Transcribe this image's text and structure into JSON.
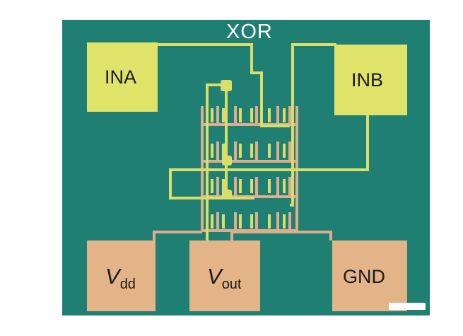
{
  "title": "XOR",
  "pads": {
    "ina": "INA",
    "inb": "INB",
    "vdd_main": "V",
    "vdd_sub": "dd",
    "vout_main": "V",
    "vout_sub": "out",
    "gnd": "GND"
  },
  "colors": {
    "substrate": "#1f7f72",
    "gate_pad": "#dfe36a",
    "supply_pad": "#e3b487",
    "gate_trace": "#d9dd6a",
    "source_drain_trace": "#dcae8e",
    "scale_bar": "#ffffff"
  }
}
